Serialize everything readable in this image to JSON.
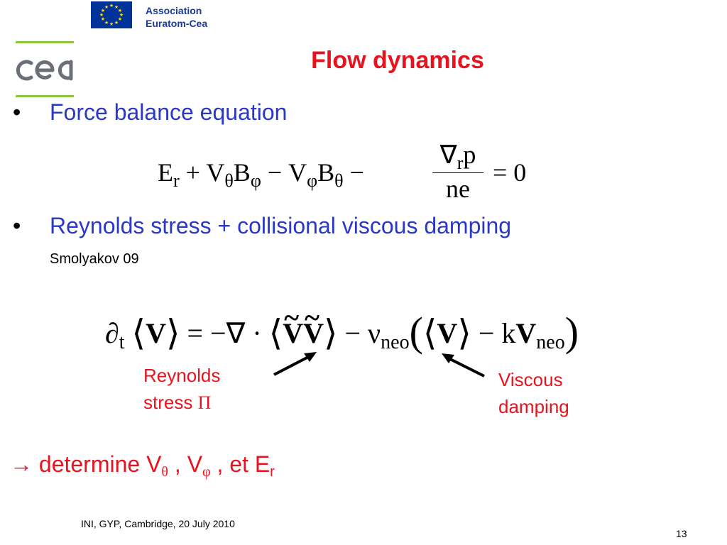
{
  "header": {
    "association_line1": "Association",
    "association_line2": "Euratom-Cea",
    "title": "Flow dynamics"
  },
  "bullets": [
    {
      "text": "Force balance equation"
    },
    {
      "text": "Reynolds stress + collisional viscous damping"
    }
  ],
  "bullet_symbol": "•",
  "reference": "Smolyakov 09",
  "equation1": {
    "E": "E",
    "r": "r",
    "plus": " + ",
    "V": "V",
    "theta": "θ",
    "B": "B",
    "phi": "φ",
    "minus": " − ",
    "grad": "∇",
    "p": "p",
    "ne": "ne",
    "equals_zero": "= 0"
  },
  "equation2": {
    "partial": "∂",
    "t": "t",
    "V": "V",
    "equals": " = −∇ · ",
    "nu": "ν",
    "neo": "neo",
    "k": "k",
    "minus": " − ",
    "langle": "⟨",
    "rangle": "⟩",
    "lparen": "(",
    "rparen": ")",
    "tilde": "~"
  },
  "annotations": {
    "reynolds_line1": "Reynolds",
    "reynolds_line2": "stress",
    "reynolds_symbol": "Π",
    "viscous_line1": "Viscous",
    "viscous_line2": "damping"
  },
  "conclusion": {
    "arrow": "→",
    "text": " determine V",
    "theta": "θ",
    "sep1": " , V",
    "phi": "φ",
    "sep2": " , et E",
    "r": "r"
  },
  "footer": {
    "text": "INI, GYP, Cambridge, 20 July 2010",
    "page": "13"
  },
  "colors": {
    "title_red": "#e8131f",
    "bullet_blue": "#2a38c8",
    "eu_blue": "#003399",
    "eu_star": "#ffdd00",
    "accent_green": "#8cc63f",
    "logo_gray": "#6b7078"
  },
  "icons": [
    "eu-flag-icon",
    "cea-logo-icon",
    "arrow-icon"
  ]
}
